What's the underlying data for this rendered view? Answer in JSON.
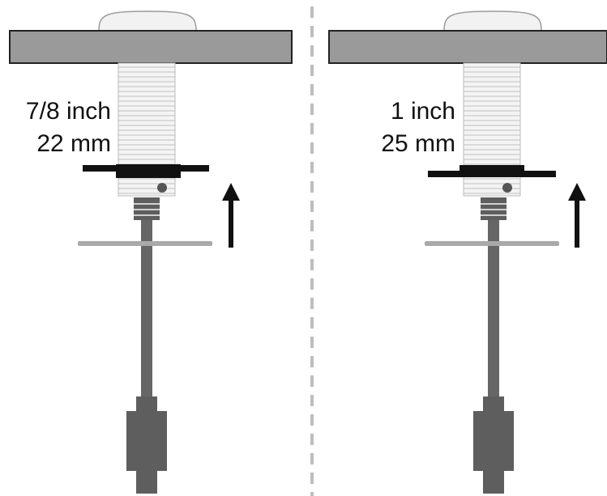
{
  "panels": [
    {
      "id": "left",
      "size_inch": "7/8 inch",
      "size_mm": "22 mm"
    },
    {
      "id": "right",
      "size_inch": "1 inch",
      "size_mm": "25 mm"
    }
  ],
  "colors": {
    "panel_fill": "#9a9a9a",
    "cable": "#666666",
    "connector": "#5e5e5e",
    "thread": "#f3f3f3",
    "gasket": "#a9a9a9",
    "divider": "#bdbdbd",
    "arrow": "#111111"
  },
  "icons": [
    "arrow-up-icon",
    "usb-connector-icon",
    "threaded-socket-icon"
  ]
}
